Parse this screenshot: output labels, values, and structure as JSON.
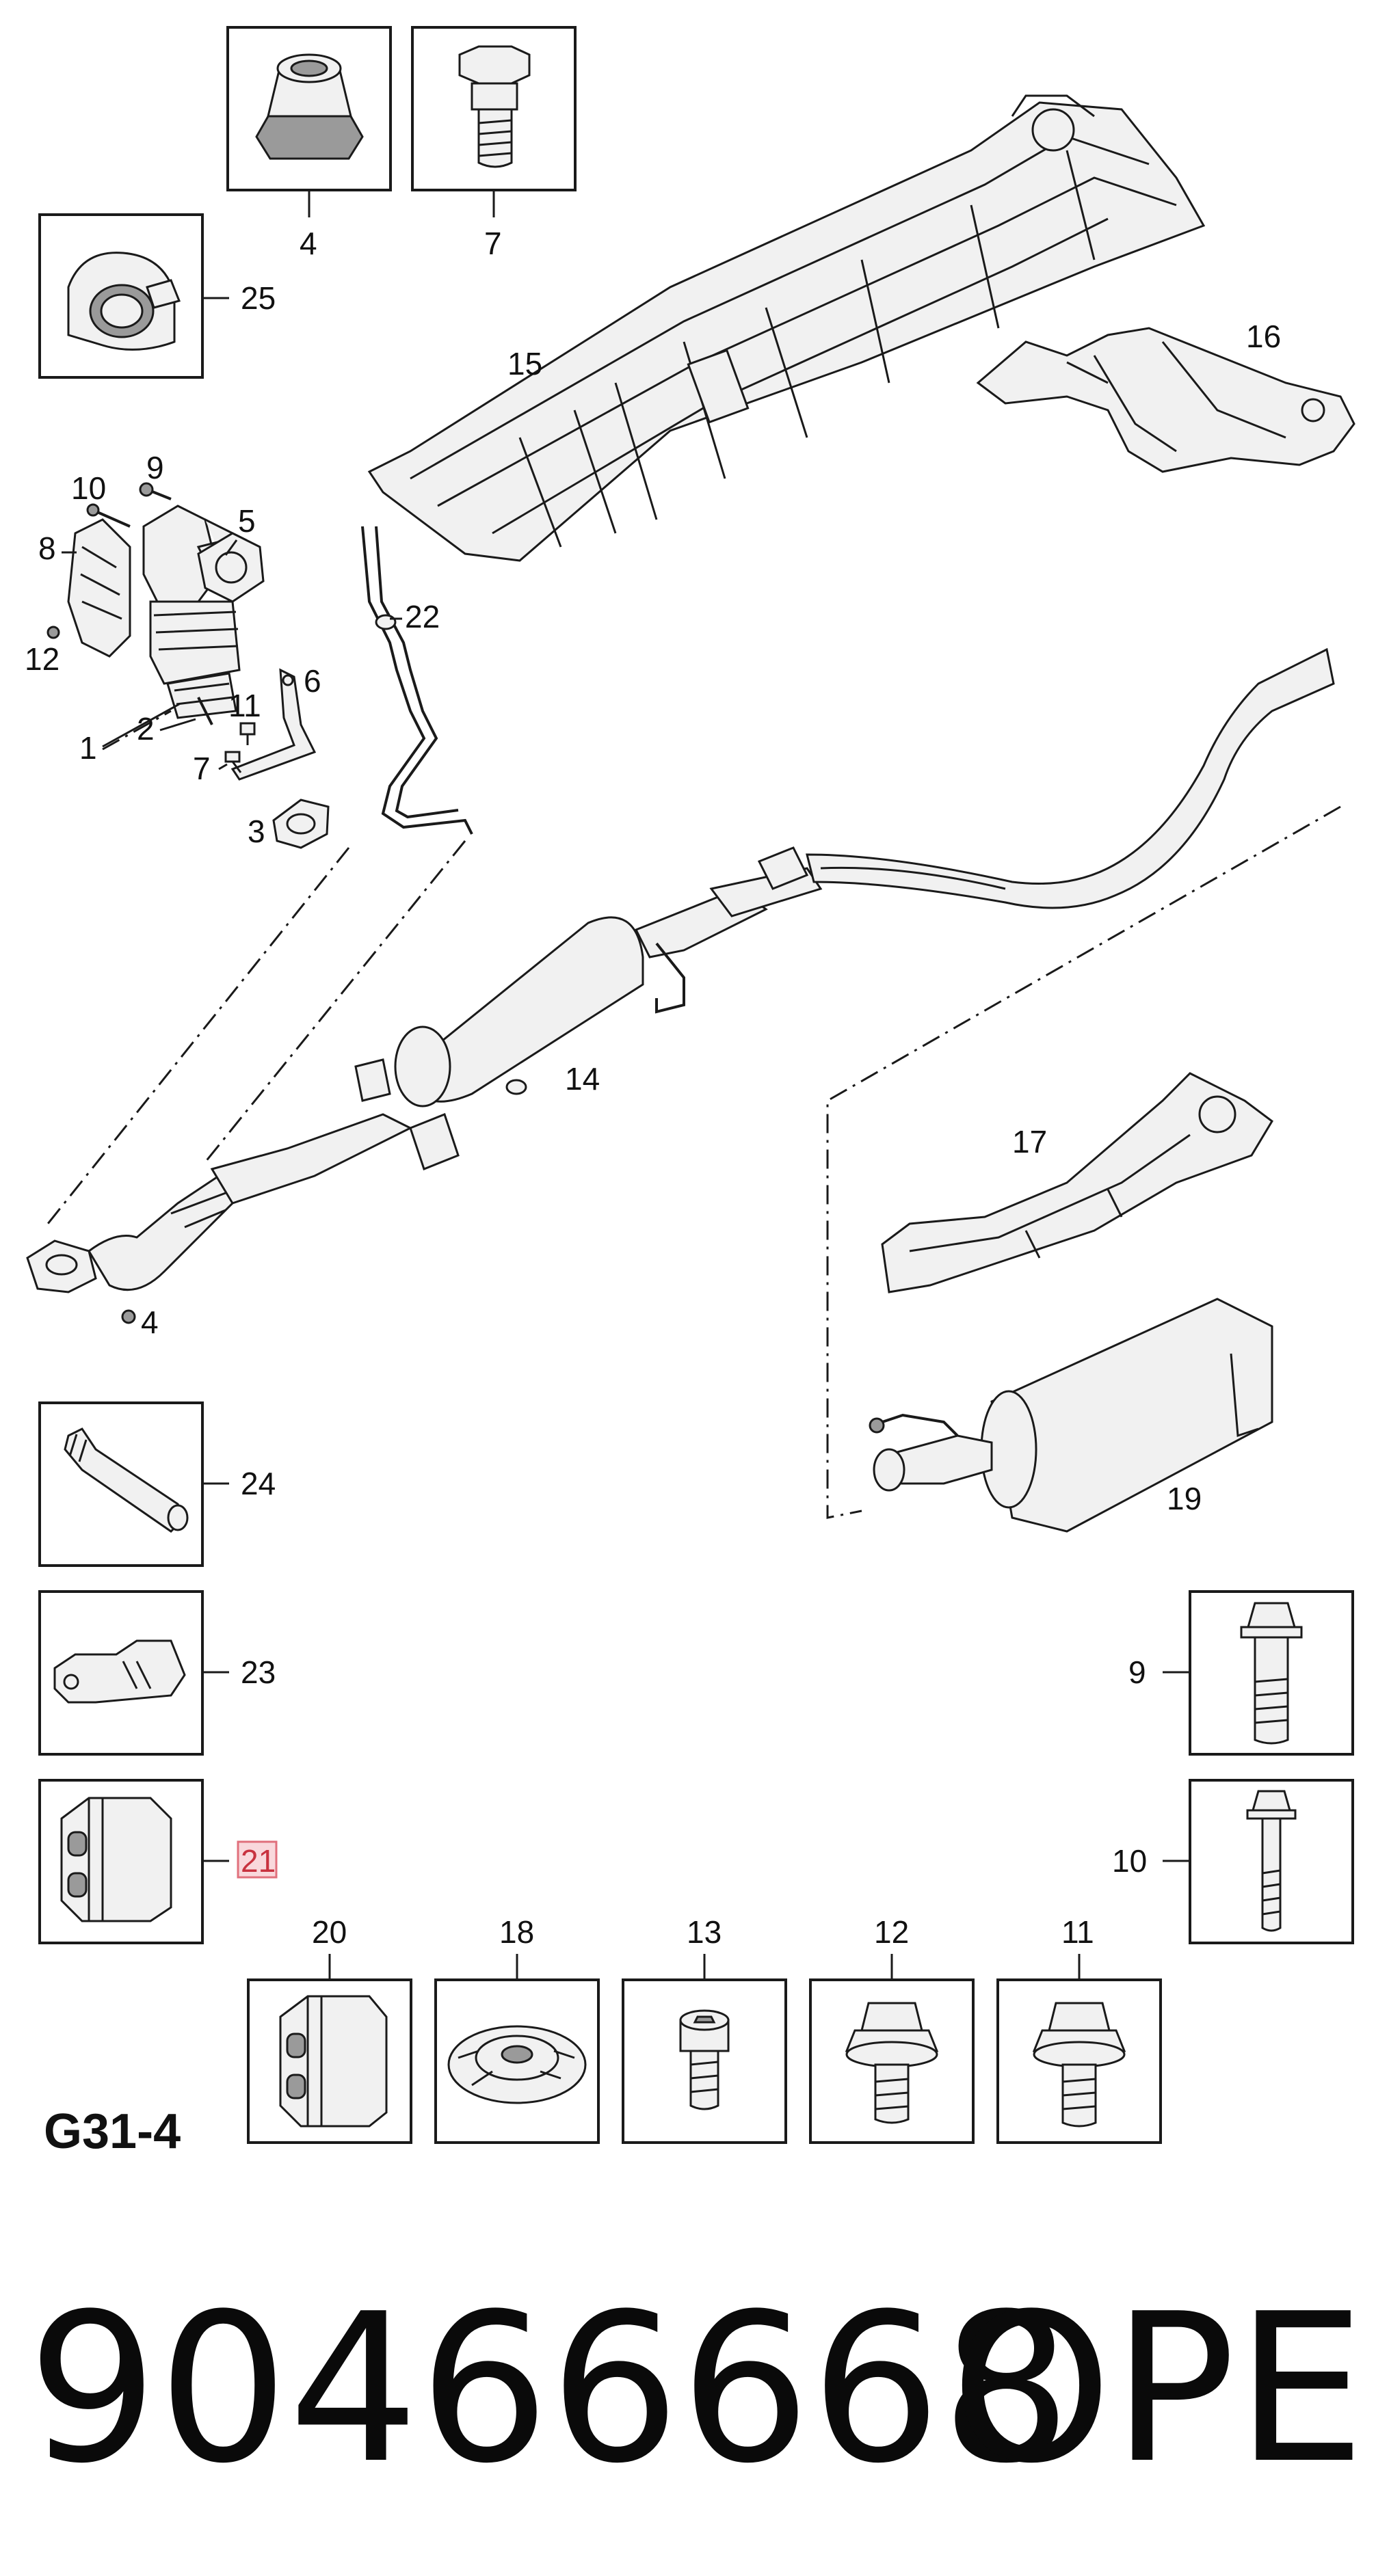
{
  "diagram": {
    "code": "G31-4",
    "part_number": "90466668",
    "brand": "OPEL",
    "highlighted_callout": "21"
  },
  "callouts": {
    "c1": "1",
    "c2": "2",
    "c3": "3",
    "c4a": "4",
    "c4b": "4",
    "c5": "5",
    "c6": "6",
    "c7a": "7",
    "c7b": "7",
    "c8": "8",
    "c9a": "9",
    "c9b": "9",
    "c10a": "10",
    "c10b": "10",
    "c11a": "11",
    "c11b": "11",
    "c12a": "12",
    "c12b": "12",
    "c13": "13",
    "c14": "14",
    "c15": "15",
    "c16": "16",
    "c17": "17",
    "c18": "18",
    "c19": "19",
    "c20": "20",
    "c21": "21",
    "c22": "22",
    "c23": "23",
    "c24": "24",
    "c25": "25"
  },
  "colors": {
    "highlight_fill": "#f9d8dc",
    "highlight_stroke": "#e0707c",
    "highlight_text": "#c8323f",
    "line": "#1a1a1a"
  }
}
